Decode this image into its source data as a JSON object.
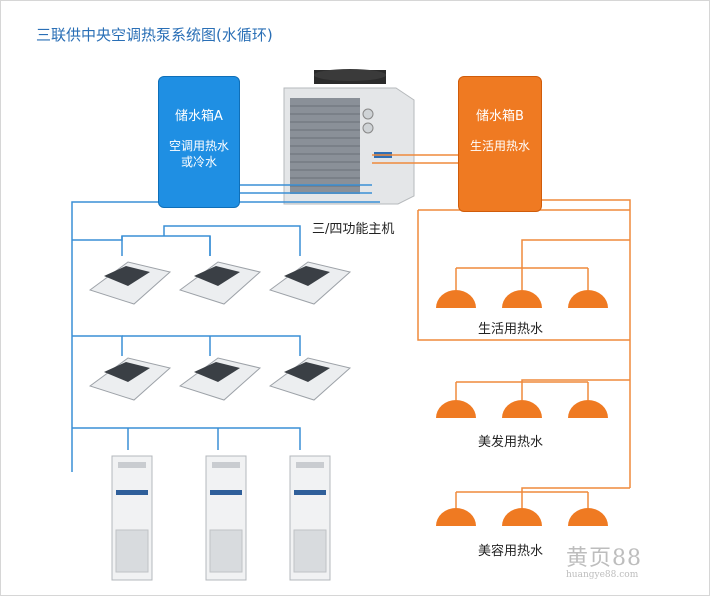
{
  "title": "三联供中央空调热泵系统图(水循环)",
  "tank_a": {
    "name": "储水箱A",
    "use": "空调用热水或冷水"
  },
  "tank_b": {
    "name": "储水箱B",
    "use": "生活用热水"
  },
  "main_unit_label": "三/四功能主机",
  "hot_water_groups": [
    "生活用热水",
    "美发用热水",
    "美容用热水"
  ],
  "watermark": {
    "brand": "黄页88",
    "url": "huangye88.com"
  },
  "colors": {
    "blue_pipe": "#3a8fd6",
    "orange_pipe": "#ef8a3c",
    "tank_a": "#1f8fe3",
    "tank_b": "#ef7a22"
  }
}
